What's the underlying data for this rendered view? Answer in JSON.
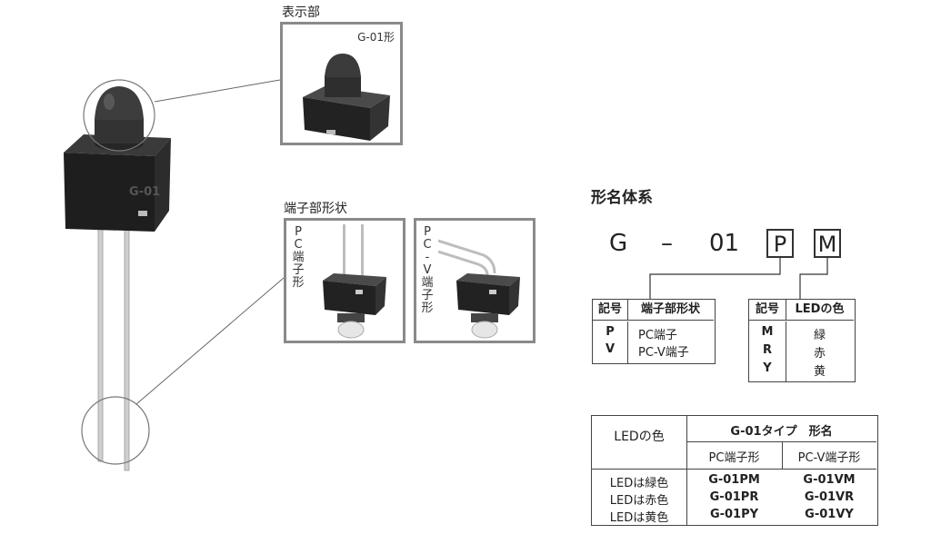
{
  "display_part": {
    "heading": "表示部",
    "model_tag": "G-01形"
  },
  "terminal_shape": {
    "heading": "端子部形状",
    "pc_vertical": [
      "P",
      "C",
      "端",
      "子",
      "形"
    ],
    "pcv_vertical": [
      "P",
      "C",
      "-",
      "V",
      "端",
      "子",
      "形"
    ]
  },
  "body_marking": "G-01",
  "naming": {
    "title": "形名体系",
    "parts": [
      "G",
      "–",
      "01"
    ],
    "box1": "P",
    "box2": "M",
    "terminal_table": {
      "headers": [
        "記号",
        "端子部形状"
      ],
      "rows": [
        [
          "P",
          "PC端子"
        ],
        [
          "V",
          "PC-V端子"
        ]
      ]
    },
    "led_table": {
      "headers": [
        "記号",
        "LEDの色"
      ],
      "rows": [
        [
          "M",
          "緑"
        ],
        [
          "R",
          "赤"
        ],
        [
          "Y",
          "黄"
        ]
      ]
    }
  },
  "model_table": {
    "corner": "LEDの色",
    "group_header": "G-01タイプ　形名",
    "col1": "PC端子形",
    "col2": "PC-V端子形",
    "rows": [
      [
        "LEDは緑色",
        "G-01PM",
        "G-01VM"
      ],
      [
        "LEDは赤色",
        "G-01PR",
        "G-01VR"
      ],
      [
        "LEDは黄色",
        "G-01PY",
        "G-01VY"
      ]
    ]
  }
}
